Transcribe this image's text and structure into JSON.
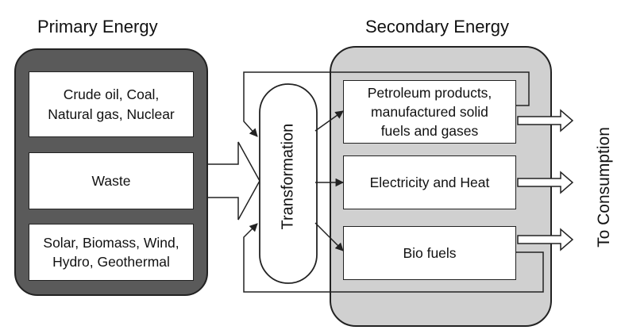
{
  "headings": {
    "primary": "Primary Energy",
    "secondary": "Secondary Energy"
  },
  "primary_sources": [
    "Crude oil, Coal,\nNatural gas, Nuclear",
    "Waste",
    "Solar, Biomass, Wind,\nHydro, Geothermal"
  ],
  "process": "Transformation",
  "secondary_outputs": [
    "Petroleum products,\nmanufactured solid\nfuels and gases",
    "Electricity and Heat",
    "Bio fuels"
  ],
  "consumption_label": "To Consumption",
  "colors": {
    "primary_panel": "#5a5a5a",
    "secondary_panel": "#d0d0d0",
    "outline": "#222222"
  }
}
